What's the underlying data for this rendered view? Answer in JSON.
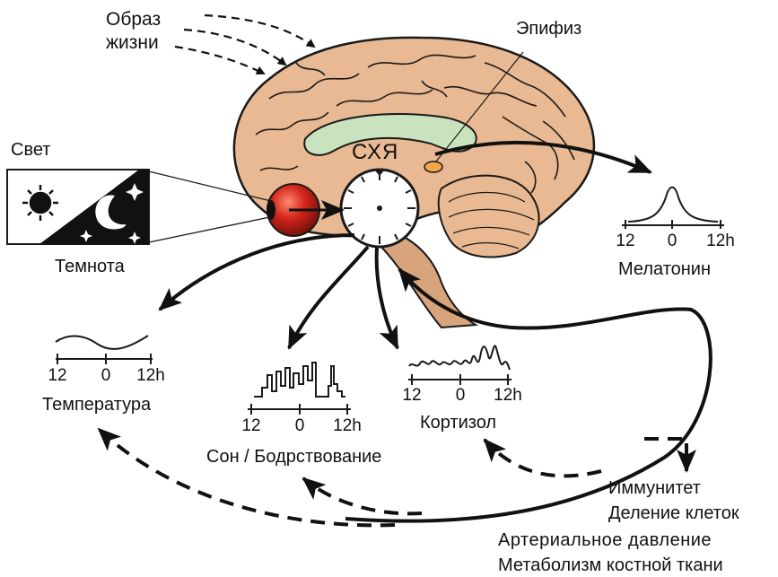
{
  "labels": {
    "lifestyle": "Образ\nжизни",
    "pineal": "Эпифиз",
    "scn": "СХЯ",
    "light": "Свет",
    "darkness": "Темнота",
    "melatonin": "Мелатонин",
    "temperature": "Температура",
    "sleep_wake": "Сон / Бодрствование",
    "cortisol": "Кортизол",
    "immunity": "Иммунитет",
    "cell_division": "Деление клеток",
    "blood_pressure": "Артериальное давление",
    "bone_metabolism": "Метаболизм костной ткани"
  },
  "axis_ticks": {
    "melatonin": [
      "12",
      "0",
      "12h"
    ],
    "temperature": [
      "12",
      "0",
      "12h"
    ],
    "sleep_wake": [
      "12",
      "0",
      "12h"
    ],
    "cortisol": [
      "12",
      "0",
      "12h"
    ]
  },
  "colors": {
    "brain_fill": "#e8b992",
    "brain_shadow": "#cf9a72",
    "corpus_callosum": "#c9e3bf",
    "pineal_gland": "#f4a64a",
    "brainstem": "#d8a47c",
    "eye": "#c8281e",
    "outline": "#1a1a1a"
  }
}
